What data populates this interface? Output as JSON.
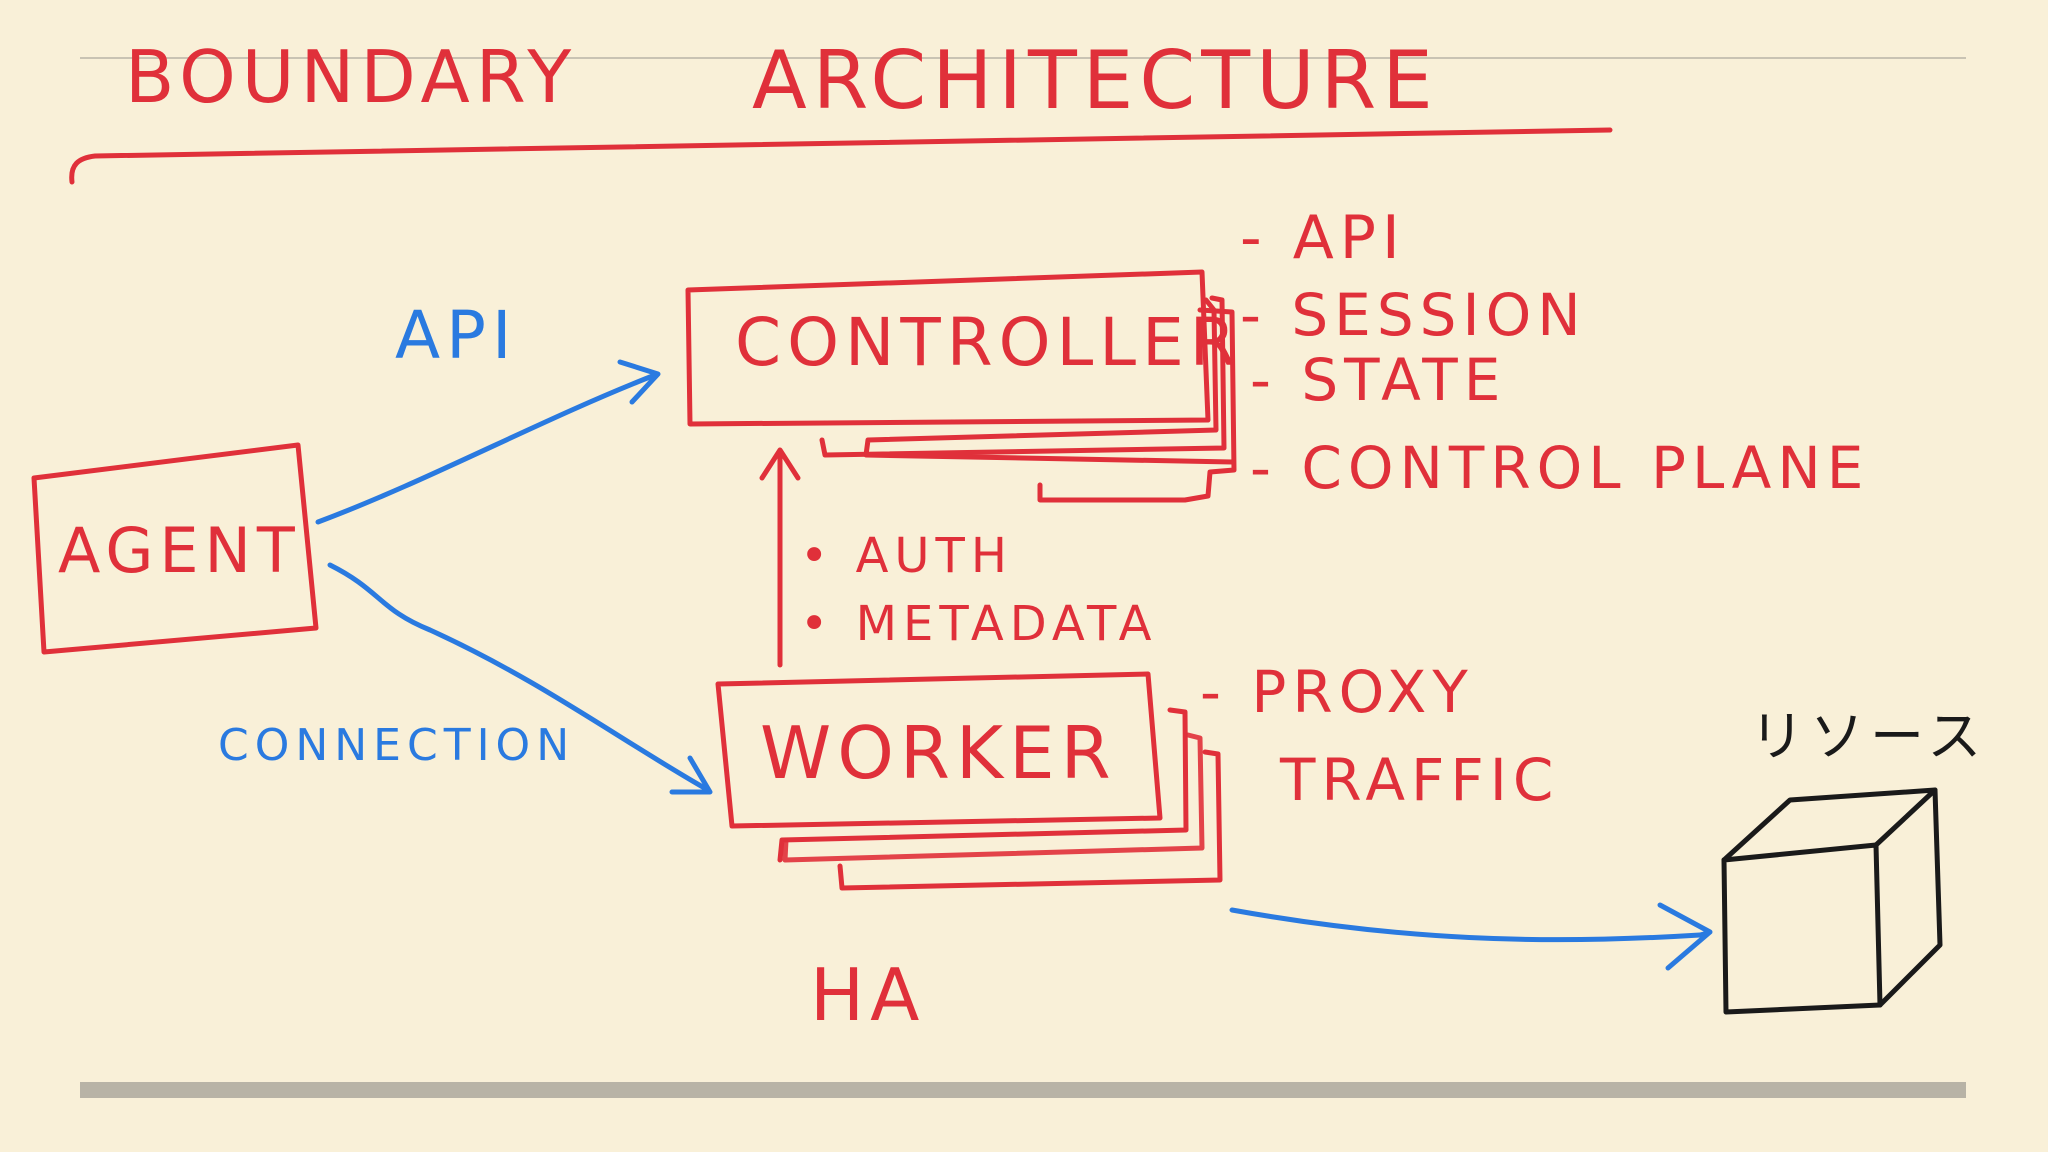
{
  "title_left": "BOUNDARY",
  "title_right": "ARCHITECTURE",
  "nodes": {
    "agent": "AGENT",
    "controller": "CONTROLLER",
    "worker": "WORKER",
    "resource": "リソース"
  },
  "edges": {
    "agent_to_controller": "API",
    "agent_to_worker": "CONNECTION",
    "worker_to_controller": [
      "• AUTH",
      "• METADATA"
    ]
  },
  "controller_roles": [
    "- API",
    "- SESSION",
    "- STATE",
    "- CONTROL PLANE"
  ],
  "worker_roles": [
    "- PROXY",
    "TRAFFIC"
  ],
  "ha_label": "HA",
  "colors": {
    "background": "#f9f0d8",
    "red": "#e0303a",
    "blue": "#2a7ae0",
    "black": "#1a1a1a",
    "divider": "#b8b3a6"
  }
}
